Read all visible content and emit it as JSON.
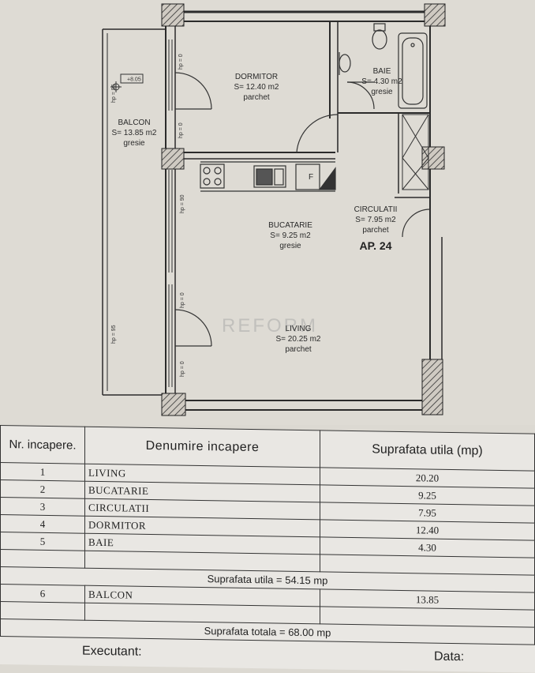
{
  "plan": {
    "apartment_label": "AP. 24",
    "watermark": "REFORM",
    "level_mark": "+8.05",
    "rooms": {
      "dormitor": {
        "name": "DORMITOR",
        "area": "S= 12.40 m2",
        "floor": "parchet"
      },
      "baie": {
        "name": "BAIE",
        "area": "S= 4.30 m2",
        "floor": "gresie"
      },
      "balcon": {
        "name": "BALCON",
        "area": "S= 13.85 m2",
        "floor": "gresie"
      },
      "bucatarie": {
        "name": "BUCATARIE",
        "area": "S= 9.25 m2",
        "floor": "gresie"
      },
      "circulatii": {
        "name": "CIRCULATII",
        "area": "S= 7.95 m2",
        "floor": "parchet"
      },
      "living": {
        "name": "LIVING",
        "area": "S= 20.25 m2",
        "floor": "parchet"
      }
    },
    "dims": {
      "hp0": "hp = 0",
      "hp90": "hp = 90",
      "hp95": "hp = 95"
    },
    "fridge_label": "F"
  },
  "table": {
    "header": {
      "nr": "Nr. incapere.",
      "name": "Denumire incapere",
      "area": "Suprafata utila (mp)"
    },
    "rows": [
      {
        "nr": "1",
        "name": "LIVING",
        "area": "20.20"
      },
      {
        "nr": "2",
        "name": "BUCATARIE",
        "area": "9.25"
      },
      {
        "nr": "3",
        "name": "CIRCULATII",
        "area": "7.95"
      },
      {
        "nr": "4",
        "name": "DORMITOR",
        "area": "12.40"
      },
      {
        "nr": "5",
        "name": "BAIE",
        "area": "4.30"
      }
    ],
    "subtotal": "Suprafata utila = 54.15 mp",
    "balcony_row": {
      "nr": "6",
      "name": "BALCON",
      "area": "13.85"
    },
    "total": "Suprafata totala = 68.00 mp",
    "executant": "Executant:",
    "data": "Data:"
  }
}
